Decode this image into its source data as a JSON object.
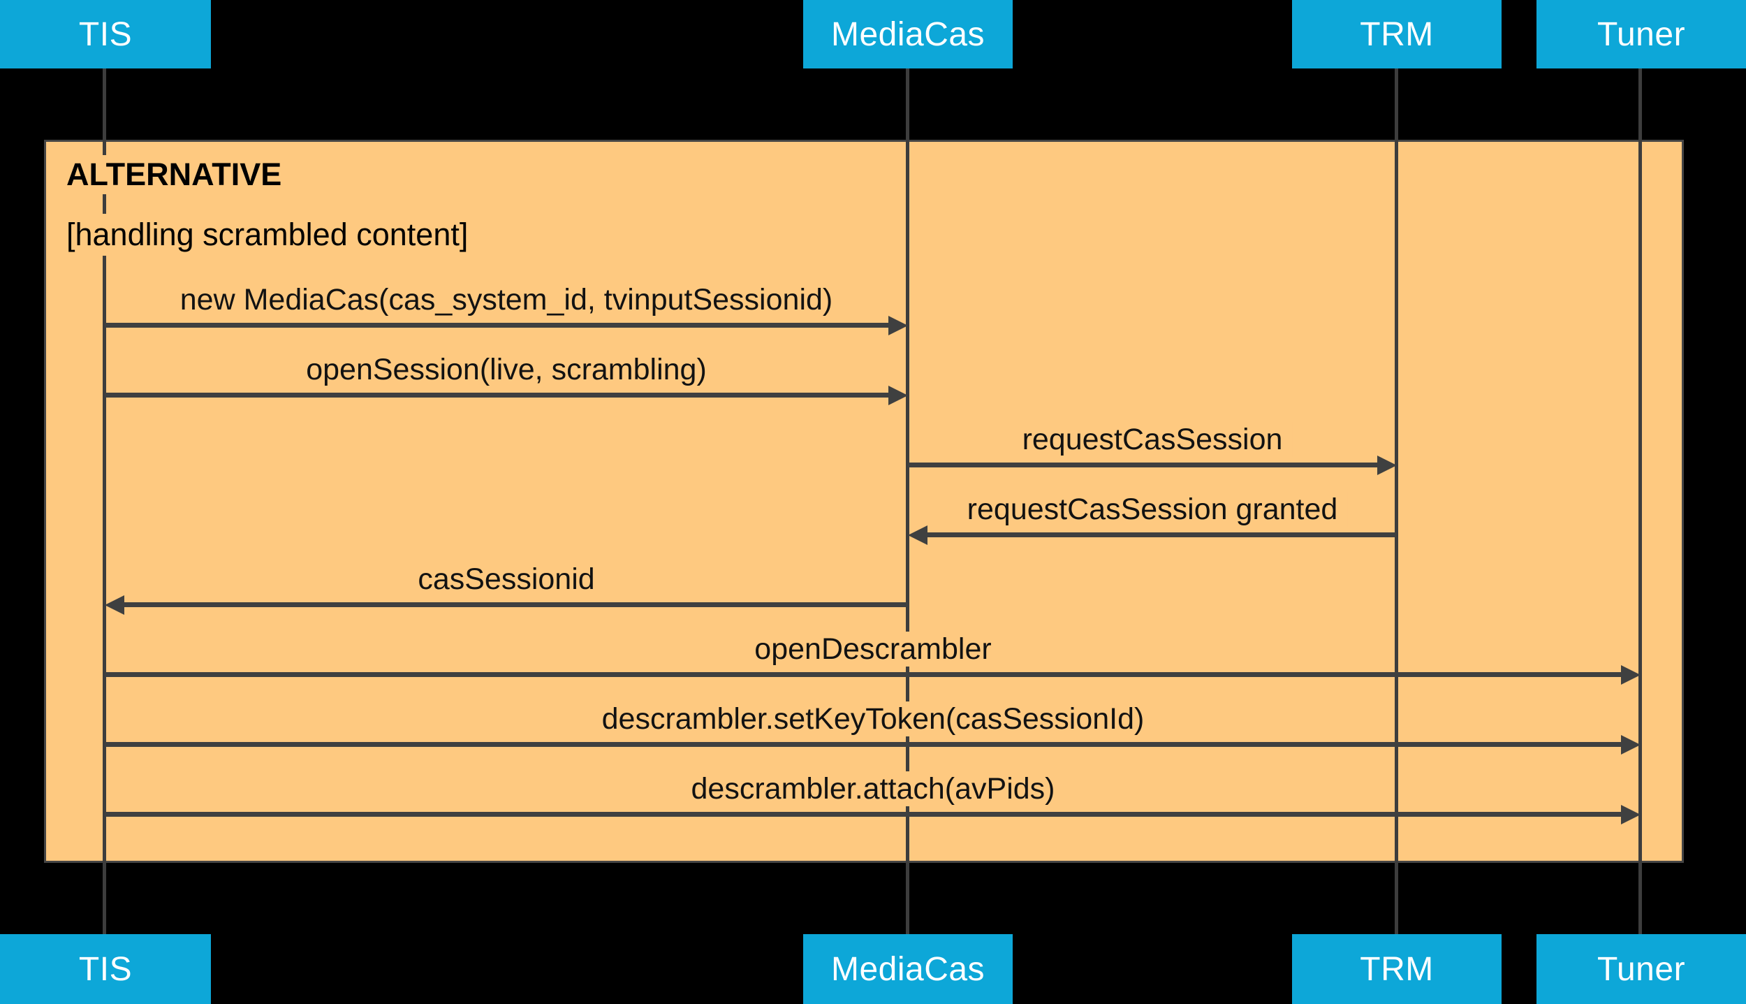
{
  "diagram": {
    "type": "sequence-diagram",
    "actors": [
      {
        "id": "tis",
        "label": "TIS"
      },
      {
        "id": "mediacas",
        "label": "MediaCas"
      },
      {
        "id": "trm",
        "label": "TRM"
      },
      {
        "id": "tuner",
        "label": "Tuner"
      }
    ],
    "frame": {
      "title": "ALTERNATIVE",
      "condition": "[handling scrambled content]"
    },
    "messages": [
      {
        "from": "TIS",
        "to": "MediaCas",
        "direction": "right",
        "label": "new MediaCas(cas_system_id, tvinputSessionid)"
      },
      {
        "from": "TIS",
        "to": "MediaCas",
        "direction": "right",
        "label": "openSession(live, scrambling)"
      },
      {
        "from": "MediaCas",
        "to": "TRM",
        "direction": "right",
        "label": "requestCasSession"
      },
      {
        "from": "TRM",
        "to": "MediaCas",
        "direction": "left",
        "label": "requestCasSession granted"
      },
      {
        "from": "MediaCas",
        "to": "TIS",
        "direction": "left",
        "label": "casSessionid"
      },
      {
        "from": "TIS",
        "to": "Tuner",
        "direction": "right",
        "label": "openDescrambler"
      },
      {
        "from": "TIS",
        "to": "Tuner",
        "direction": "right",
        "label": "descrambler.setKeyToken(casSessionId)"
      },
      {
        "from": "TIS",
        "to": "Tuner",
        "direction": "right",
        "label": "descrambler.attach(avPids)"
      }
    ],
    "colors": {
      "actor_bg": "#0da7d8",
      "actor_text": "#ffffff",
      "frame_bg": "#fec980",
      "arrow": "#3f4040",
      "lifeline": "#3d3d3d",
      "text": "#121212",
      "canvas_bg": "#000000"
    }
  }
}
